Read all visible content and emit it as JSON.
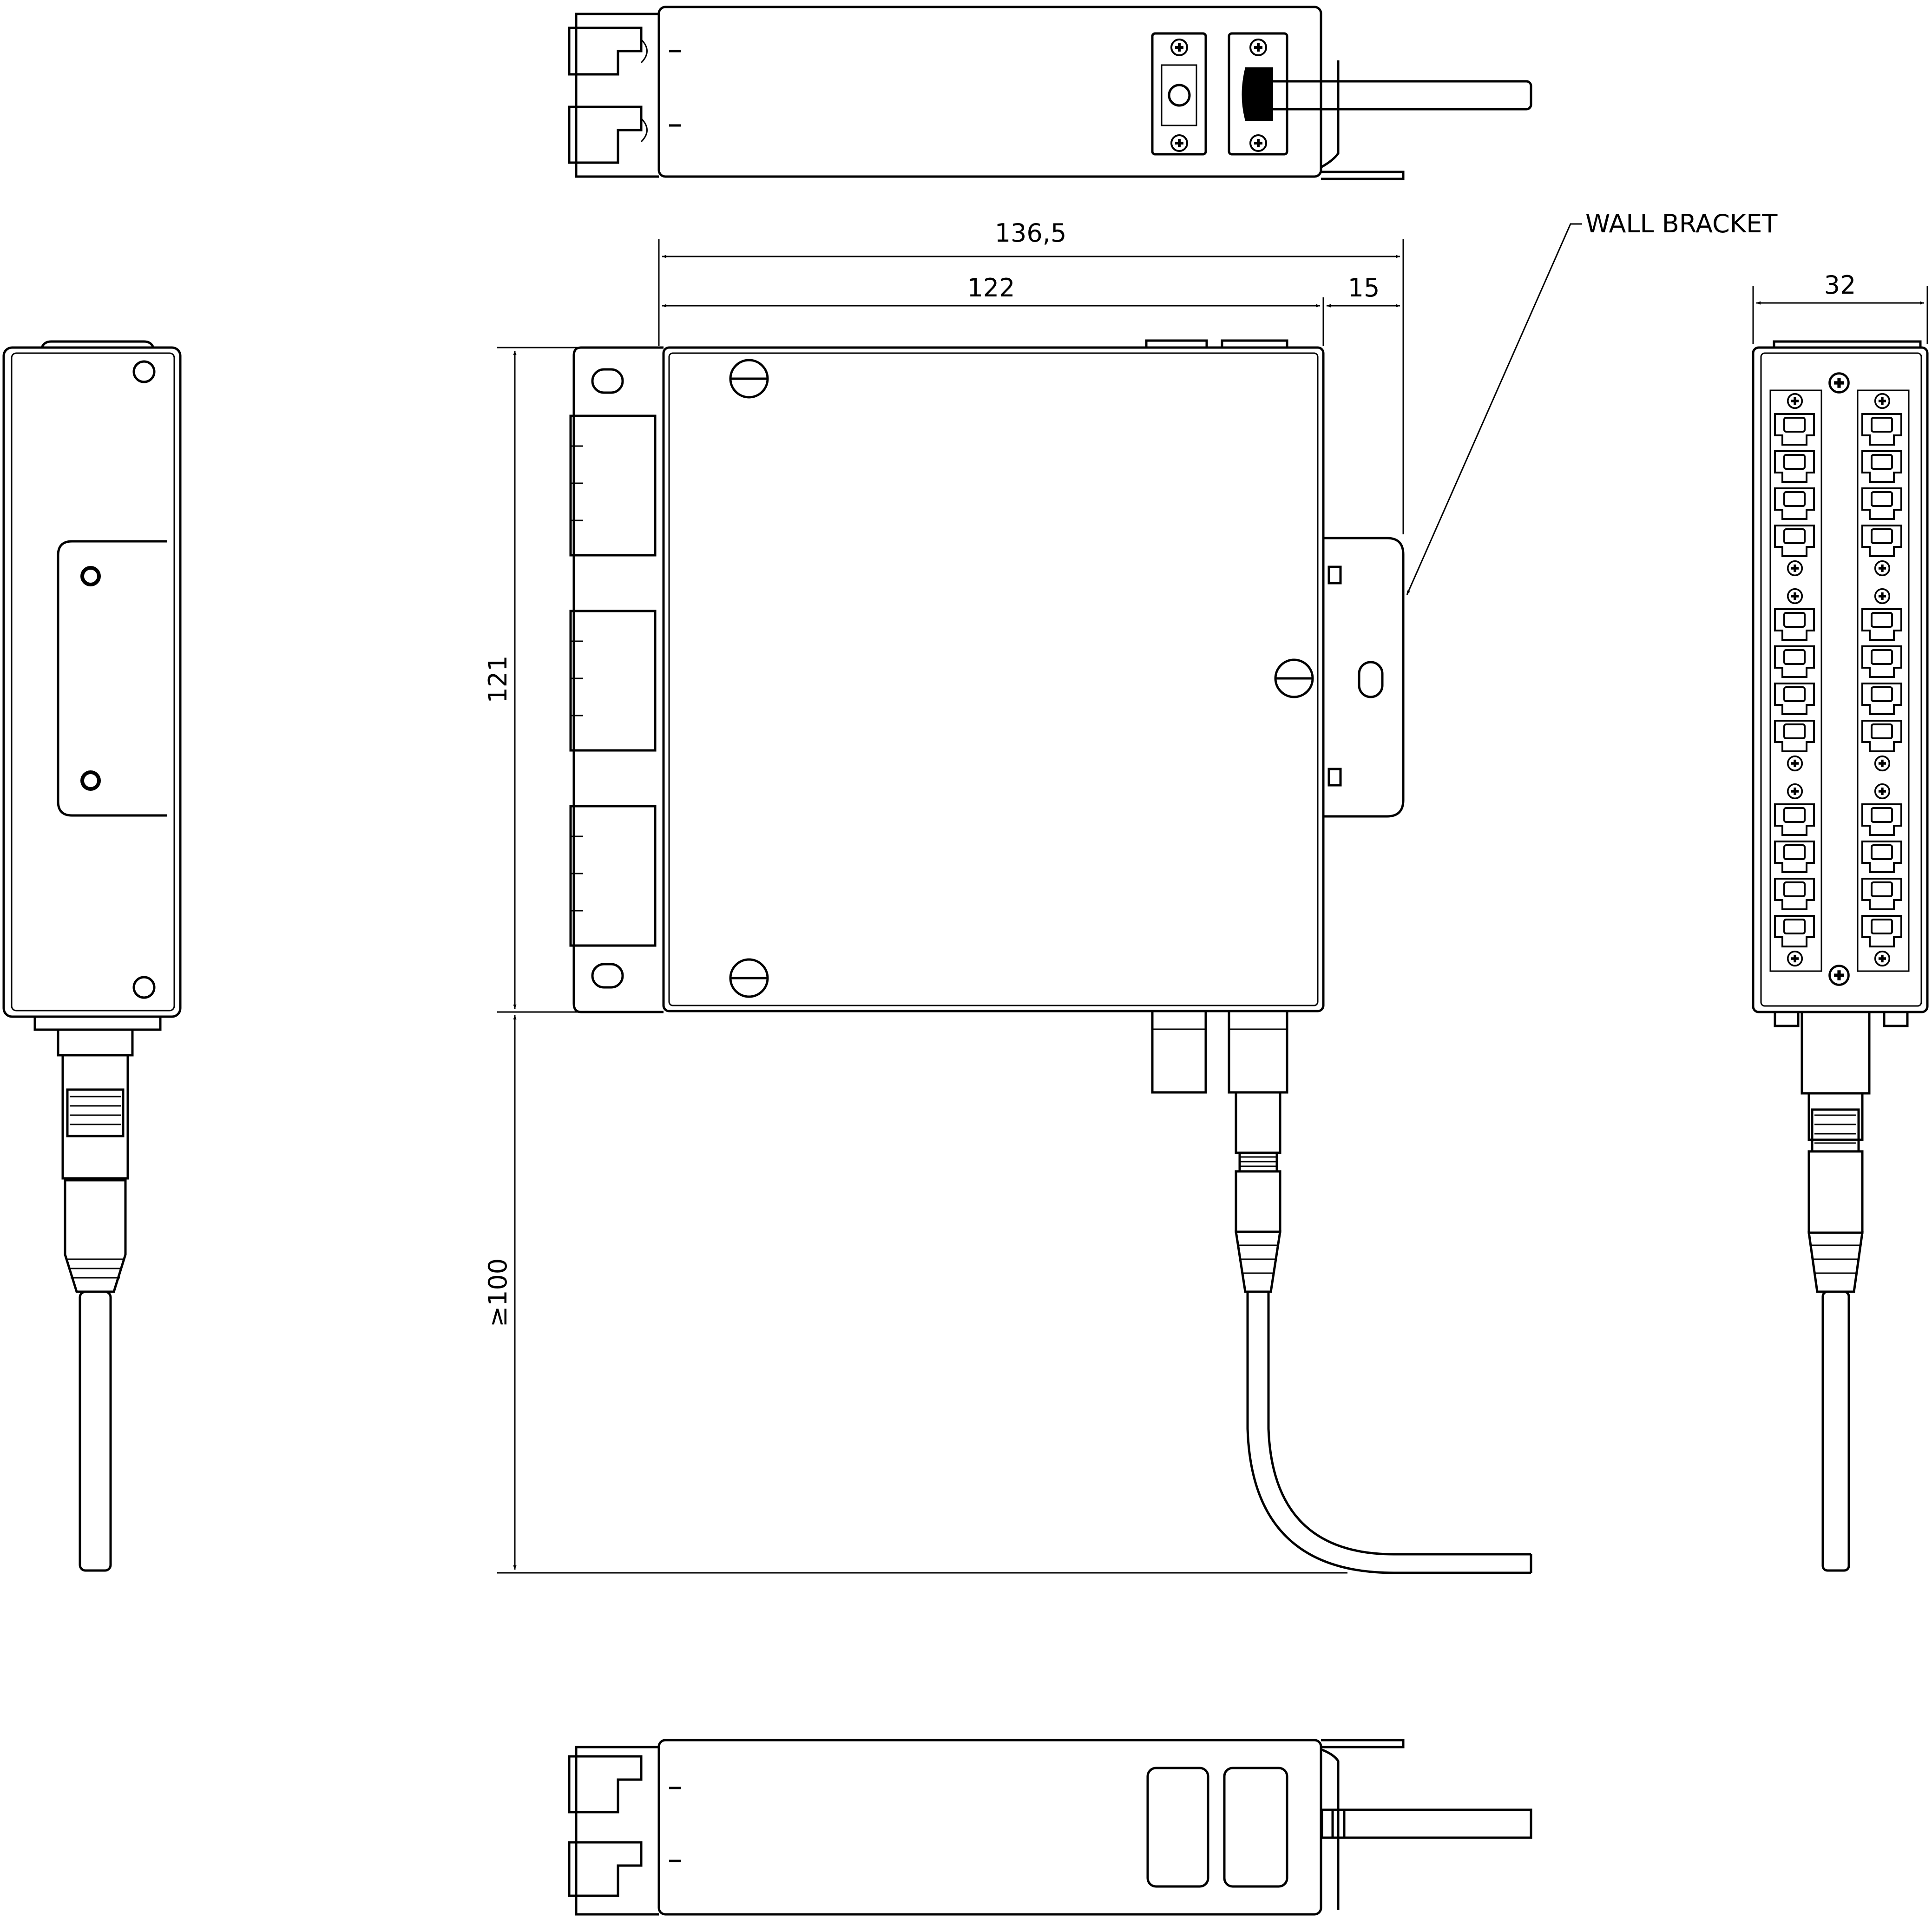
{
  "dimensions": {
    "overall_width": "136,5",
    "body_width": "122",
    "bracket_width": "15",
    "height": "121",
    "depth": "32",
    "cable_clearance": "≥100"
  },
  "labels": {
    "wall_bracket": "WALL BRACKET"
  }
}
